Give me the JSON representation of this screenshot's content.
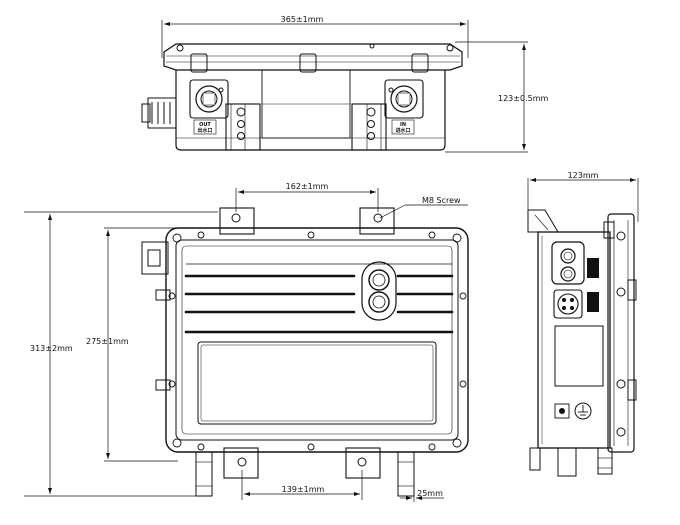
{
  "dimensions": {
    "top_width": "365±1mm",
    "top_height": "123±0.5mm",
    "front_mount_spacing_top": "162±1mm",
    "front_total_height": "313±2mm",
    "front_body_height": "275±1mm",
    "front_mount_spacing_bottom": "139±1mm",
    "front_offset_bottom": "25mm",
    "side_width": "123mm"
  },
  "labels": {
    "screw_callout": "M8 Screw",
    "outlet_label_en": "OUT",
    "outlet_label_cn": "出水口",
    "inlet_label_en": "IN",
    "inlet_label_cn": "进水口"
  }
}
